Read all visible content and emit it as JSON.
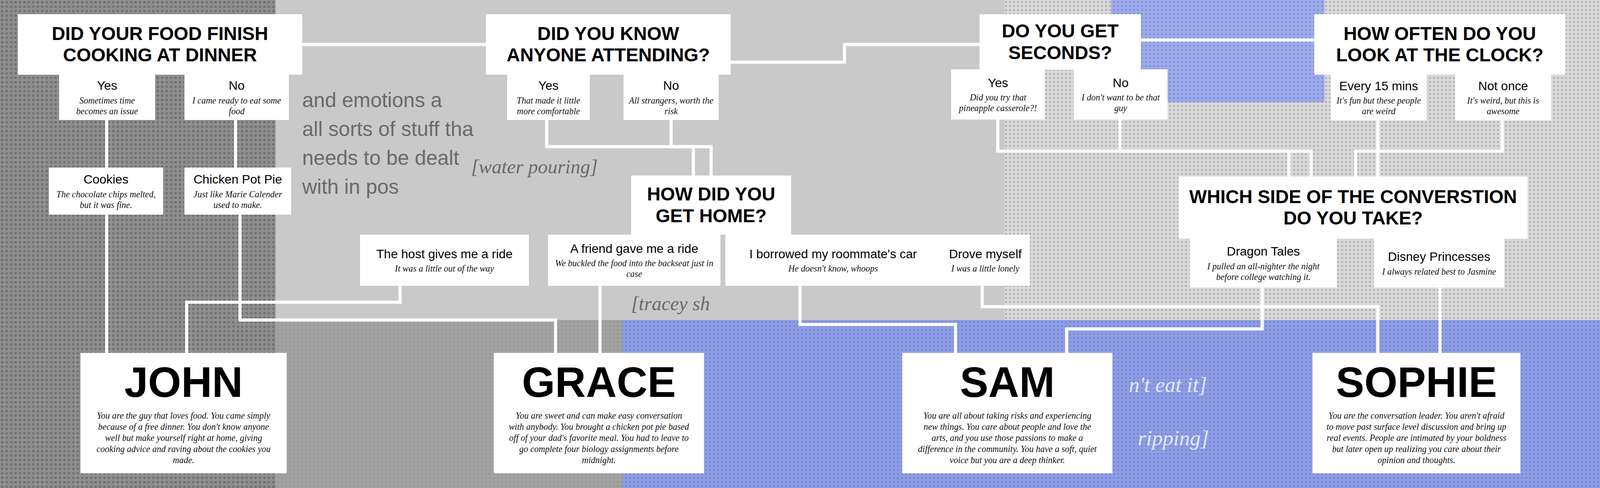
{
  "diagram": {
    "nodes": [
      {
        "text": [
          "DID YOUR FOOD FINISH COOKING AT DINNER"
        ]
      },
      {
        "text": [
          "Yes",
          "Sometimes time becomes an issue"
        ]
      },
      {
        "text": [
          "No",
          "I came ready to eat some food"
        ]
      },
      {
        "text": [
          "DID YOU KNOW ANYONE ATTENDING?"
        ]
      },
      {
        "text": [
          "Yes",
          "That made it little more comfortable"
        ]
      },
      {
        "text": [
          "No",
          "All strangers, worth the risk"
        ]
      },
      {
        "text": [
          "DO YOU GET SECONDS?"
        ]
      },
      {
        "text": [
          "Yes",
          "Did you try that pineapple casserole?!"
        ]
      },
      {
        "text": [
          "No",
          "I don't want to be that guy"
        ]
      },
      {
        "text": [
          "HOW OFTEN DO YOU LOOK AT THE CLOCK?"
        ]
      },
      {
        "text": [
          "Every 15 mins",
          "It's fun but these people are weird"
        ]
      },
      {
        "text": [
          "Not once",
          "It's weird, but this is awesome"
        ]
      },
      {
        "text": [
          "Cookies",
          "The chocolate chips melted, but it was fine."
        ]
      },
      {
        "text": [
          "Chicken Pot Pie",
          "Just like Marie Calender used to make."
        ]
      },
      {
        "text": [
          "HOW DID YOU GET HOME?"
        ]
      },
      {
        "text": [
          "The host gives me a ride",
          "It was a little out of the way"
        ]
      },
      {
        "text": [
          "A friend gave me a ride",
          "We buckled the food into the backseat just in case"
        ]
      },
      {
        "text": [
          "I borrowed my roommate's car",
          "He doesn't know, whoops"
        ]
      },
      {
        "text": [
          "Drove myself",
          "I was a little lonely"
        ]
      },
      {
        "text": [
          "WHICH SIDE OF THE CONVERSTION DO YOU TAKE?"
        ]
      },
      {
        "text": [
          "Dragon Tales",
          "I pulled an all-nighter the night before college watching it."
        ]
      },
      {
        "text": [
          "Disney Princesses",
          "I always related best to Jasmine"
        ]
      },
      {
        "text": [
          "JOHN",
          "You are the guy that loves food. You came simply because of a free dinner. You don't know anyone well but make yourself right at home, giving cooking advice and raving about the cookies you made."
        ]
      },
      {
        "text": [
          "GRACE",
          "You are sweet and can make easy conversation with anybody. You brought a chicken pot pie based off of your dad's favorite meal. You had to leave to go complete four biology assignments before midnight."
        ]
      },
      {
        "text": [
          "SAM",
          "You are all about taking risks and experiencing new things. You care about people and love the arts, and you use those passions to make a difference in the community. You have a soft, quiet voice but you are a deep thinker."
        ]
      },
      {
        "text": [
          "SOPHIE",
          "You are the conversation leader. You aren't afraid to move past surface level discussion and bring up real events. People are intimated by your boldness but later open up realizing you care about their opinion and thoughts."
        ]
      }
    ],
    "edges": [
      {
        "from": 0,
        "to": 3,
        "arrow": "none"
      },
      {
        "from": 3,
        "to": 6,
        "arrow": "none"
      },
      {
        "from": 6,
        "to": 9,
        "arrow": "none"
      },
      {
        "from": 1,
        "to": 12,
        "arrow": "none"
      },
      {
        "from": 2,
        "to": 13,
        "arrow": "none"
      },
      {
        "from": 4,
        "to": 14,
        "arrow": "none"
      },
      {
        "from": 5,
        "to": 14,
        "arrow": "none"
      },
      {
        "from": 7,
        "to": 19,
        "arrow": "none"
      },
      {
        "from": 8,
        "to": 19,
        "arrow": "none"
      },
      {
        "from": 10,
        "to": 19,
        "arrow": "none"
      },
      {
        "from": 11,
        "to": 19,
        "arrow": "none"
      },
      {
        "from": 12,
        "to": 22,
        "arrow": "none"
      },
      {
        "from": 13,
        "to": 23,
        "arrow": "none"
      },
      {
        "from": 15,
        "to": 22,
        "arrow": "none"
      },
      {
        "from": 16,
        "to": 23,
        "arrow": "none"
      },
      {
        "from": 17,
        "to": 24,
        "arrow": "none"
      },
      {
        "from": 18,
        "to": 25,
        "arrow": "none"
      },
      {
        "from": 20,
        "to": 24,
        "arrow": "none"
      },
      {
        "from": 21,
        "to": 25,
        "arrow": "none"
      }
    ],
    "labels": [
      "and emotions a",
      "all sorts of stuff tha",
      "needs to be dealt",
      "with in pos",
      "[water pouring]",
      "[tracey sh",
      "n't eat it]",
      "ripping]"
    ]
  }
}
